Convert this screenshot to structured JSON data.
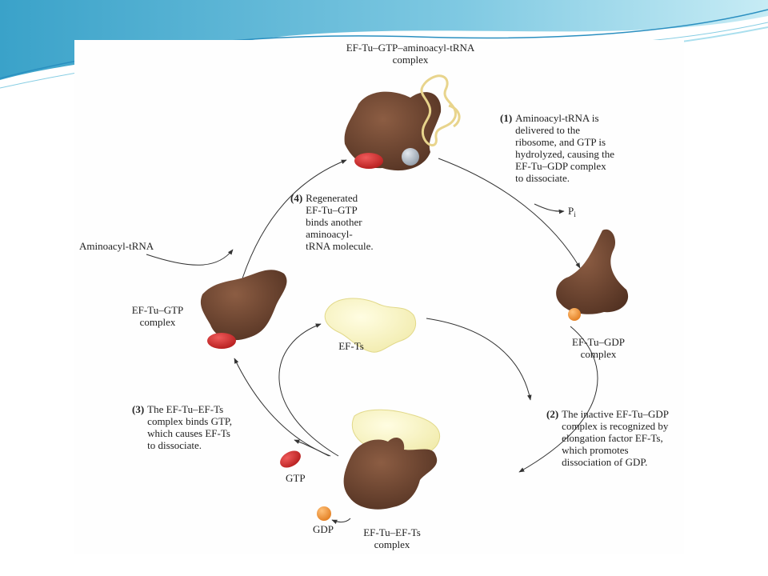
{
  "diagram": {
    "labels": {
      "top_complex": "EF-Tu–GTP–aminoacyl-tRNA\ncomplex",
      "incoming_trna": "Aminoacyl-tRNA",
      "eftu_gtp": "EF-Tu–GTP\ncomplex",
      "eftu_gdp": "EF-Tu–GDP\ncomplex",
      "efts": "EF-Ts",
      "eftu_efts": "EF-Tu–EF-Ts\ncomplex",
      "gtp": "GTP",
      "gdp": "GDP",
      "pi_main": "P",
      "pi_sub": "i"
    },
    "steps": [
      {
        "num": "(1)",
        "text": "Aminoacyl-tRNA is\ndelivered to the\nribosome, and GTP is\nhydrolyzed, causing the\nEF-Tu–GDP complex\nto dissociate."
      },
      {
        "num": "(2)",
        "text": "The inactive EF-Tu–GDP\ncomplex is recognized by\nelongation factor EF-Ts,\nwhich promotes\ndissociation of GDP."
      },
      {
        "num": "(3)",
        "text": "The EF-Tu–EF-Ts\ncomplex binds GTP,\nwhich causes EF-Ts\nto dissociate."
      },
      {
        "num": "(4)",
        "text": "Regenerated\nEF-Tu–GTP\nbinds another\naminoacyl-\ntRNA molecule."
      }
    ],
    "colors": {
      "protein": "#6b4430",
      "gtp": "#d22828",
      "gdp": "#f08a2c",
      "efts": "#f3efb4",
      "trna": "#ecd896",
      "phosphate": "#aeb7c2",
      "arrow": "#333333"
    }
  }
}
